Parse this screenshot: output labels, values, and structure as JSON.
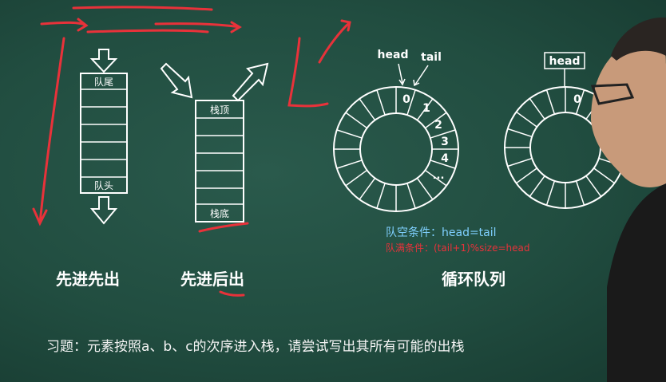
{
  "queue": {
    "top_label": "队尾",
    "bottom_label": "队头",
    "caption": "先进先出"
  },
  "stack": {
    "top_label": "栈顶",
    "bottom_label": "栈底",
    "caption": "先进后出"
  },
  "circular_queue": {
    "head_label": "head",
    "tail_label": "tail",
    "slot_numbers": [
      "0",
      "1",
      "2",
      "3",
      "4",
      "..."
    ],
    "empty_condition": "队空条件：head=tail",
    "full_condition": "队满条件：(tail+1)%size=head",
    "caption": "循环队列",
    "second_head_label": "head",
    "second_slot_zero": "0"
  },
  "exercise": "习题：元素按照a、b、c的次序进入栈，请尝试写出其所有可能的出栈",
  "colors": {
    "board": "#214d40",
    "chalk": "#ffffff",
    "red_annotation": "#e8323a",
    "blue_text": "#7fd0ff"
  }
}
